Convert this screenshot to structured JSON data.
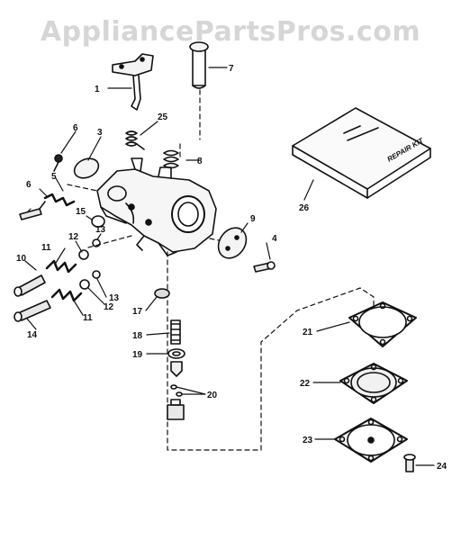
{
  "watermark": "AppliancePartsPros.com",
  "kit_label": "REPAIR KIT",
  "callouts": {
    "c1": "1",
    "c3": "3",
    "c4": "4",
    "c5": "5",
    "c6": "6",
    "c7": "7",
    "c8": "8",
    "c9": "9",
    "c10": "10",
    "c11a": "11",
    "c11b": "11",
    "c12a": "12",
    "c12b": "12",
    "c13a": "13",
    "c13b": "13",
    "c14": "14",
    "c15": "15",
    "c17": "17",
    "c18": "18",
    "c19": "19",
    "c20": "20",
    "c21": "21",
    "c22": "22",
    "c23": "23",
    "c24": "24",
    "c25": "25",
    "c26": "26"
  }
}
